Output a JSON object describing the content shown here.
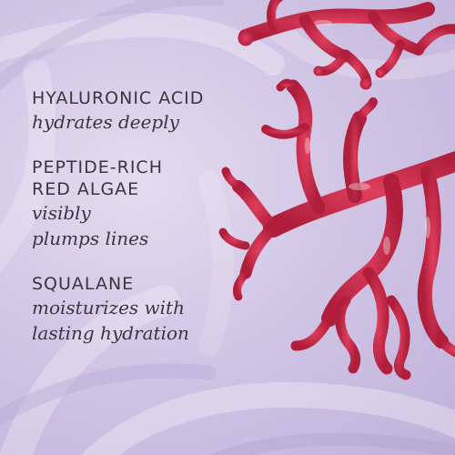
{
  "ingredients": [
    {
      "name_lines": [
        "HYALURONIC ACID"
      ],
      "desc_lines": [
        "hydrates deeply"
      ]
    },
    {
      "name_lines": [
        "PEPTIDE-RICH",
        "RED ALGAE"
      ],
      "desc_lines": [
        "visibly",
        "plumps lines"
      ]
    },
    {
      "name_lines": [
        "SQUALANE"
      ],
      "desc_lines": [
        "moisturizes with",
        "lasting hydration"
      ]
    }
  ],
  "colors": {
    "background": "#d2c6e6",
    "text": "#3a3540",
    "algae": "#c8294a"
  }
}
